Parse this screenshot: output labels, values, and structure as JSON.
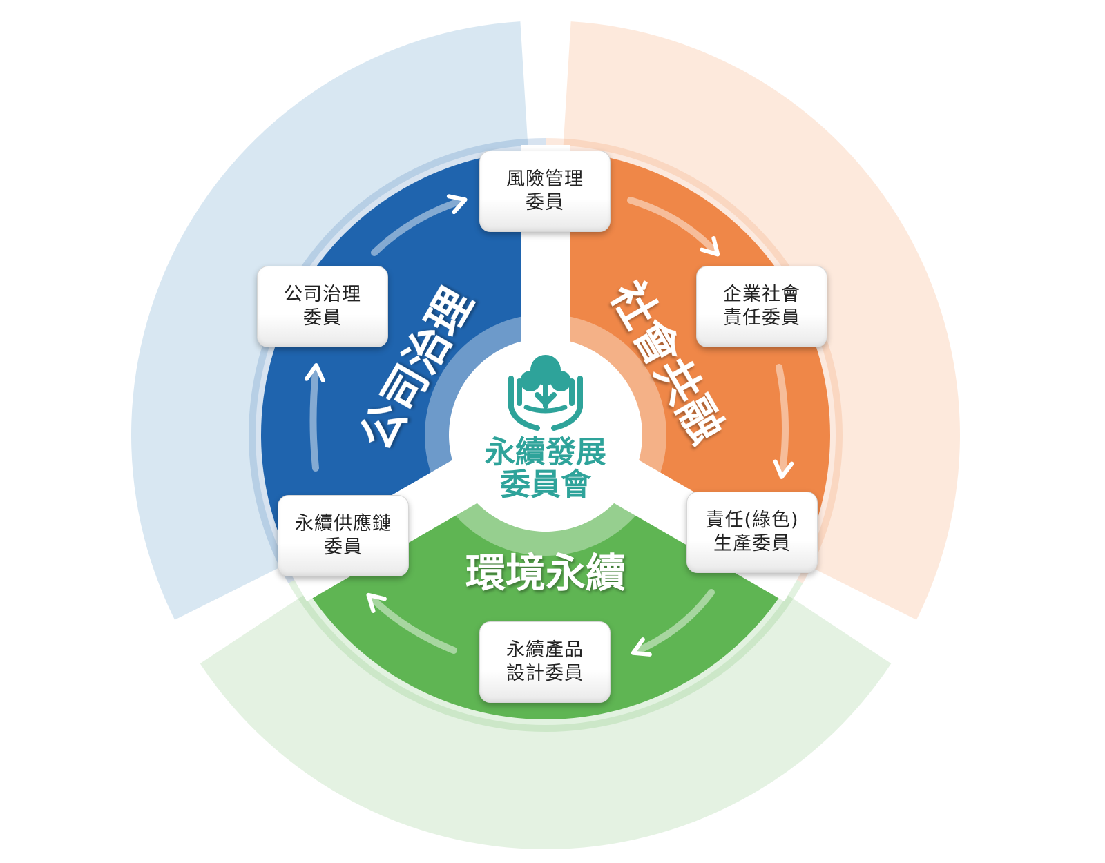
{
  "segments": {
    "governance": {
      "label": "公司治理",
      "color": "#1f64ae",
      "light": "#d6e6f1"
    },
    "social": {
      "label": "社會共融",
      "color": "#ef8748",
      "light": "#fde8da"
    },
    "environment": {
      "label": "環境永續",
      "color": "#5fb553",
      "light": "#e3f1e0"
    }
  },
  "center": {
    "title_line1": "永續發展",
    "title_line2": "委員會",
    "color": "#2ea39a"
  },
  "logo": {
    "icon": "tree-in-hands-icon",
    "color": "#2ea39a"
  },
  "committees": {
    "risk": {
      "line1": "風險管理",
      "line2": "委員"
    },
    "governance": {
      "line1": "公司治理",
      "line2": "委員"
    },
    "csr": {
      "line1": "企業社會",
      "line2": "責任委員"
    },
    "green_production": {
      "line1": "責任(綠色)",
      "line2": "生產委員"
    },
    "product_design": {
      "line1": "永續產品",
      "line2": "設計委員"
    },
    "supply_chain": {
      "line1": "永續供應鏈",
      "line2": "委員"
    }
  }
}
